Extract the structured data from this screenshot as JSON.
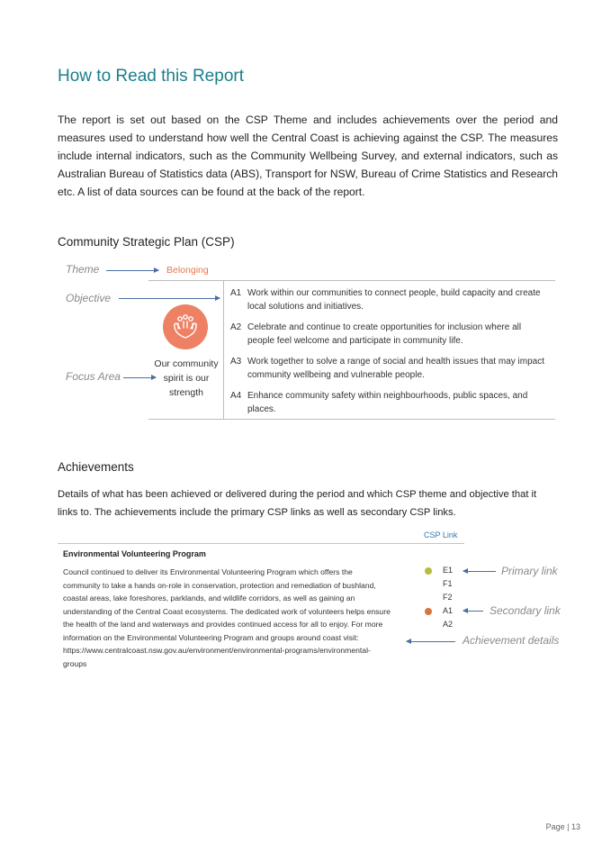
{
  "heading": "How to Read this Report",
  "intro": "The report is set out based on the CSP Theme and includes achievements over the period and measures used to understand how well the Central Coast is achieving against the CSP. The measures include internal indicators, such as the Community Wellbeing Survey, and external indicators, such as Australian Bureau of Statistics data (ABS), Transport for NSW, Bureau of Crime Statistics and Research etc. A list of data sources can be found at the back of the report.",
  "csp_section": {
    "heading": "Community Strategic Plan (CSP)",
    "labels": {
      "theme": "Theme",
      "objective": "Objective",
      "focus_area": "Focus Area"
    },
    "theme_name": "Belonging",
    "theme_color": "#e5764e",
    "icon": "people-heart-icon",
    "focus_lines": [
      "Our community",
      "spirit is our",
      "strength"
    ],
    "objectives": [
      {
        "code": "A1",
        "text": "Work within our communities to connect people, build capacity and create local solutions and initiatives."
      },
      {
        "code": "A2",
        "text": "Celebrate and continue to create opportunities for inclusion where all people feel welcome and participate in community life."
      },
      {
        "code": "A3",
        "text": "Work together to solve a range of social and health issues that may impact community wellbeing and vulnerable people."
      },
      {
        "code": "A4",
        "text": "Enhance community safety within neighbourhoods, public spaces, and places."
      }
    ]
  },
  "achievements_section": {
    "heading": "Achievements",
    "description": "Details of what has been achieved or delivered during the period and which CSP theme and objective that it links to. The achievements include the primary CSP links as well as secondary CSP links.",
    "csp_link_header": "CSP Link",
    "program_title": "Environmental Volunteering Program",
    "program_lines": [
      "Council continued to deliver its Environmental Volunteering Program which offers the",
      "community to take a hands on-role in conservation, protection and remediation of bushland,",
      "coastal areas, lake foreshores, parklands, and wildlife corridors, as well as gaining an",
      "understanding of the Central Coast ecosystems. The dedicated work of volunteers helps ensure",
      "the health of the land and waterways and provides continued access for all to enjoy. For more",
      "information on the Environmental Volunteering Program and groups around coast visit:",
      "https://www.centralcoast.nsw.gov.au/environment/environmental-programs/environmental-",
      "groups"
    ],
    "links": [
      {
        "code": "E1",
        "dot_color": "#b5bd3a"
      },
      {
        "code": "F1",
        "dot_color": ""
      },
      {
        "code": "F2",
        "dot_color": ""
      },
      {
        "code": "A1",
        "dot_color": "#d6763c"
      },
      {
        "code": "A2",
        "dot_color": ""
      }
    ],
    "callouts": {
      "primary": "Primary link",
      "secondary": "Secondary link",
      "details": "Achievement details"
    }
  },
  "footer": {
    "page": "Page | 13"
  }
}
